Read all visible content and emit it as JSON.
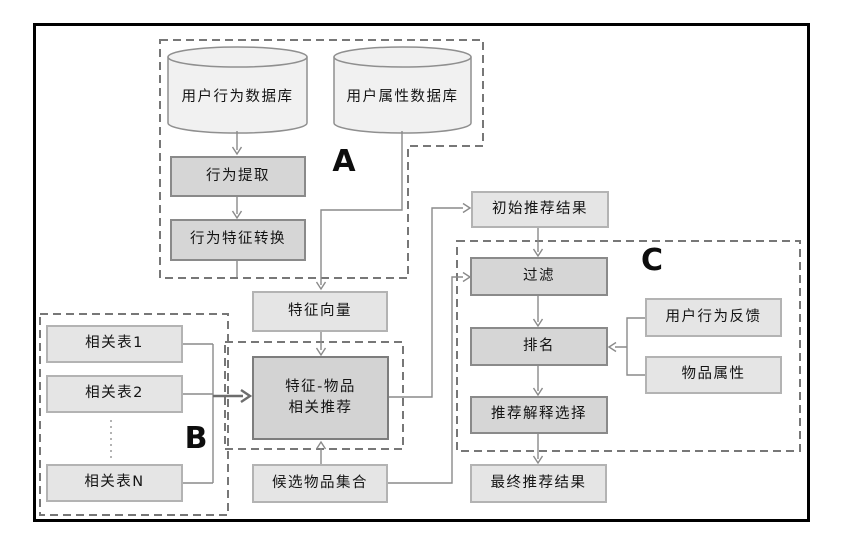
{
  "diagram": {
    "groups": {
      "a": "A",
      "b": "B",
      "c": "C"
    },
    "databases": {
      "user_behavior_db": "用户行为数据库",
      "user_attribute_db": "用户属性数据库"
    },
    "nodes": {
      "behavior_extraction": "行为提取",
      "behavior_feature_conversion": "行为特征转换",
      "feature_vector": "特征向量",
      "related_table_1": "相关表1",
      "related_table_2": "相关表2",
      "related_table_n": "相关表N",
      "feature_item_line1": "特征-物品",
      "feature_item_line2": "相关推荐",
      "candidate_item_set": "候选物品集合",
      "initial_result": "初始推荐结果",
      "filter": "过滤",
      "ranking": "排名",
      "explanation_selection": "推荐解释选择",
      "user_behavior_feedback": "用户行为反馈",
      "item_attributes": "物品属性",
      "final_result": "最终推荐结果"
    },
    "colors": {
      "frame_border": "#000000",
      "group_outline": "#777777",
      "process_fill": "#d6d6d6",
      "process_border": "#8a8a8a",
      "data_fill": "#e5e5e5",
      "data_border": "#b3b3b3",
      "cylinder_fill": "#f1f1f1",
      "connector": "#8a8a8a"
    }
  }
}
